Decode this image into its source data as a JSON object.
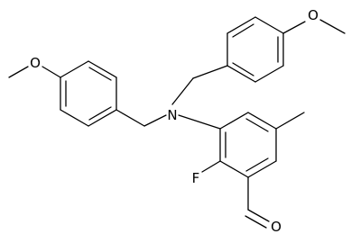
{
  "molecule": {
    "atom_labels": {
      "nitrogen": "N",
      "fluorine": "F",
      "aldehyde_oxygen": "O",
      "methoxy_oxygen_left": "O",
      "methoxy_oxygen_right": "O"
    }
  },
  "colors": {
    "bond": "#000000",
    "background": "#ffffff"
  }
}
